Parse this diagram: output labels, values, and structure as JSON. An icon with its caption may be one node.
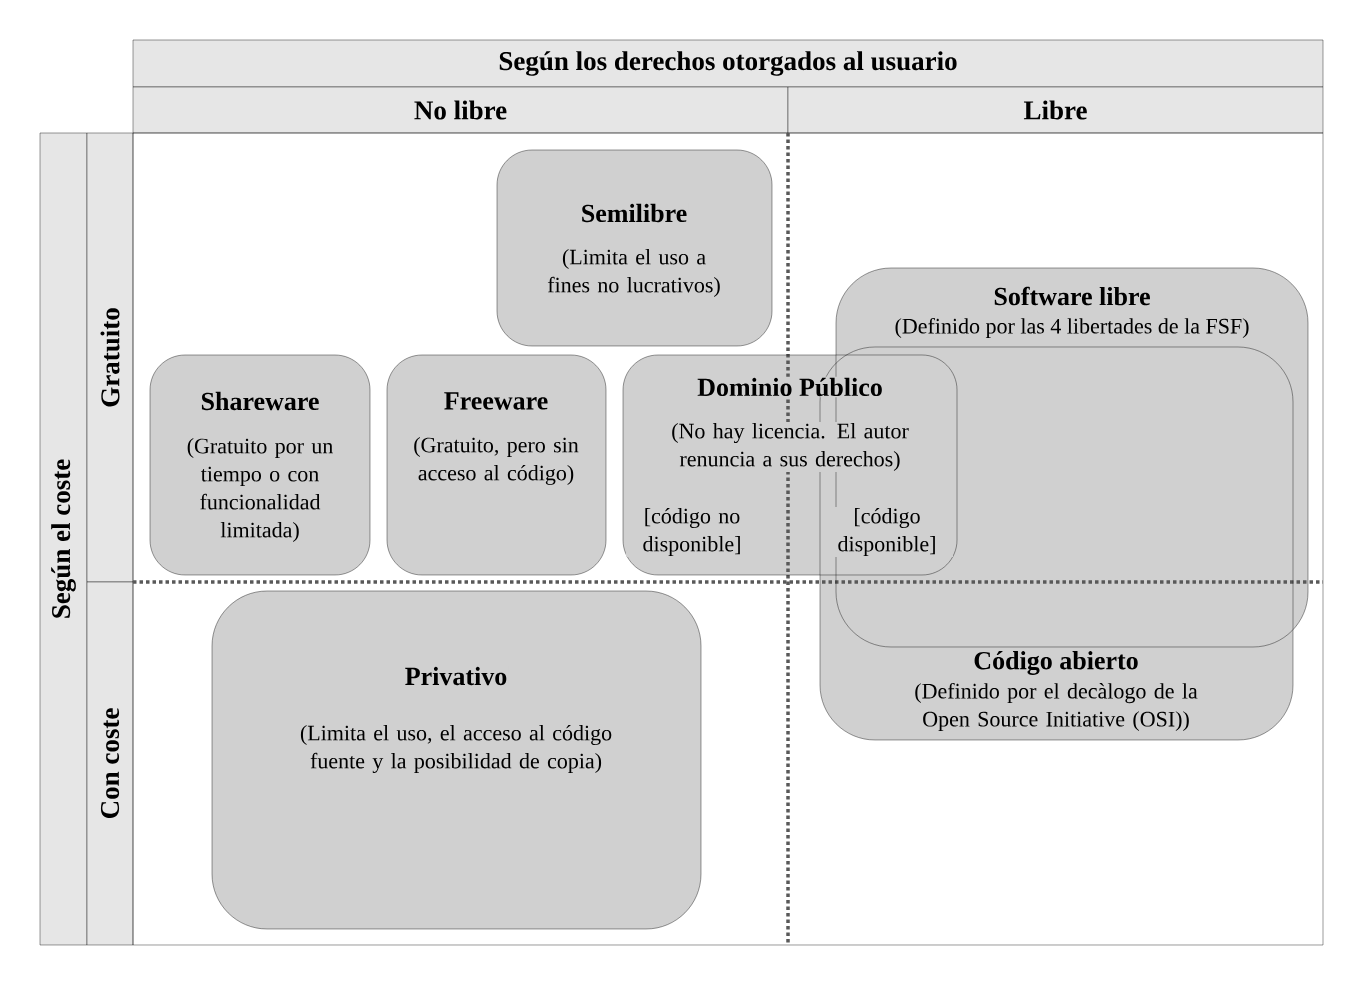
{
  "diagram": {
    "nodes": [
      {
        "text": [
          "Según los derechos otorgados al usuario"
        ]
      },
      {
        "text": [
          "No libre"
        ]
      },
      {
        "text": [
          "Libre"
        ]
      },
      {
        "text": [
          "Según el coste"
        ]
      },
      {
        "text": [
          "Gratuito"
        ]
      },
      {
        "text": [
          "Con coste"
        ]
      },
      {
        "text": [
          "Semilibre",
          "(Limita el uso a fines no lucrativos)"
        ]
      },
      {
        "text": [
          "Software libre",
          "(Definido por las 4 libertades de la FSF)"
        ]
      },
      {
        "text": [
          "Código abierto",
          "(Definido por el decàlogo de la Open Source Initiative (OSI))"
        ]
      },
      {
        "text": [
          "Shareware",
          "(Gratuito por un tiempo o con funcionalidad limitada)"
        ]
      },
      {
        "text": [
          "Freeware",
          "(Gratuito, pero sin acceso al código)"
        ]
      },
      {
        "text": [
          "Dominio Público",
          "(No hay licencia. El autor renuncia a sus derechos)",
          "[código no disponible]",
          "[código disponible]"
        ]
      },
      {
        "text": [
          "Privativo",
          "(Limita el uso, el acceso al código fuente y la posibilidad de copia)"
        ]
      }
    ]
  }
}
